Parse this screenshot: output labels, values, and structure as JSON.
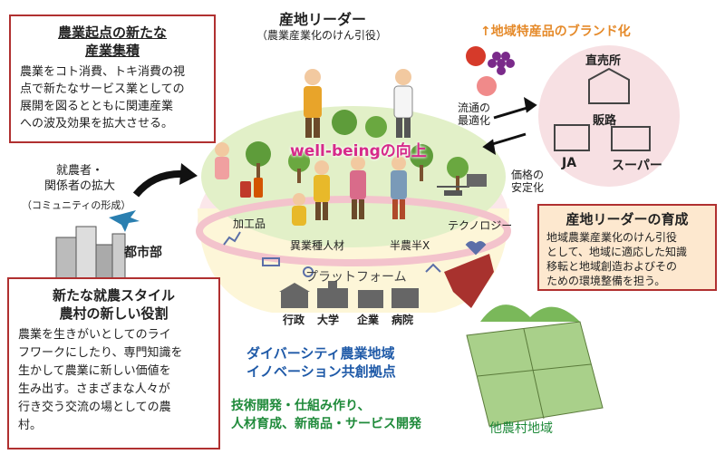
{
  "box_top_left": {
    "title_line1": "農業起点の新たな",
    "title_line2": "産業集積",
    "body": [
      "農業をコト消費、トキ消費の視",
      "点で新たなサービス業としての",
      "展開を図るとともに関連産業",
      "への波及効果を拡大させる。"
    ]
  },
  "leader": {
    "title": "産地リーダー",
    "subtitle": "（農業産業化のけん引役）"
  },
  "brand": {
    "label": "地域特産品のブランド化"
  },
  "direct_store": {
    "label": "直売所",
    "route": "販路",
    "ja": "JA",
    "super": "スーパー"
  },
  "distribution": {
    "line1": "流通の",
    "line2": "最適化"
  },
  "price": {
    "line1": "価格の",
    "line2": "安定化"
  },
  "wellbeing": "well-beingの向上",
  "farmers": {
    "line1": "就農者・",
    "line2": "関係者の拡大",
    "note": "（コミュニティの形成）"
  },
  "urban": "都市部",
  "processed": "加工品",
  "tech": "テクノロジー",
  "diverse": "異業種人材",
  "halfx": "半農半X",
  "platform": "プラットフォーム",
  "institutions": {
    "gov": "行政",
    "univ": "大学",
    "corp": "企業",
    "hosp": "病院"
  },
  "leader_box": {
    "title": "産地リーダーの育成",
    "body": [
      "地域農業産業化のけん引役",
      "として、地域に適応した知識",
      "移転と地域創造およびその",
      "ための環境整備を担う。"
    ]
  },
  "box_bottom_left": {
    "title_line1": "新たな就農スタイル",
    "title_line2": "農村の新しい役割",
    "body": [
      "農業を生きがいとしてのライ",
      "フワークにしたり、専門知識を",
      "生かして農業に新しい価値を",
      "生み出す。さまざまな人々が",
      "行き交う交流の場としての農",
      "村。"
    ]
  },
  "hub": {
    "line1": "ダイバーシティ農業地域",
    "line2": "イノベーション共創拠点"
  },
  "dev": {
    "line1": "技術開発・仕組み作り、",
    "line2": "人材育成、新商品・サービス開発"
  },
  "other_region": "他農村地域",
  "colors": {
    "border": "#b03030",
    "hub_blue": "#1f5aa8",
    "dev_green": "#1f8a3a",
    "wellbeing_pink": "#d62a8a",
    "brand_orange": "#e58a2a",
    "leader_box_bg": "#fde8cf"
  }
}
